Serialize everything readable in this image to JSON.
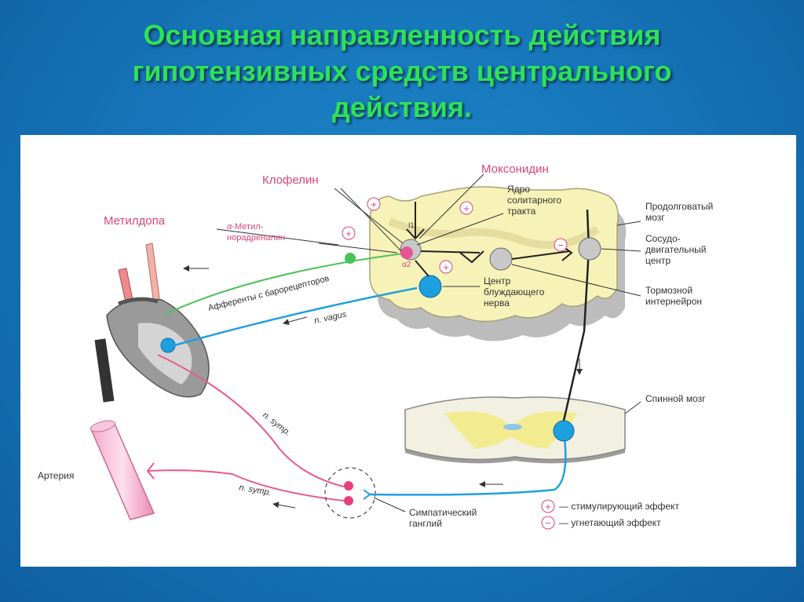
{
  "title": {
    "line1": "Основная направленность действия",
    "line2": "гипотензивных средств центрального",
    "line3": "действия."
  },
  "colors": {
    "title": "#2ee05a",
    "background": "#1777bb",
    "drug_label": "#d9457a",
    "afferent": "#4cc25a",
    "vagus": "#1ea0e0",
    "sympathetic": "#e85a8c",
    "medulla": "#f7f3b8"
  },
  "labels": {
    "moxonidine": "Моксонидин",
    "clonidine": "Клофелин",
    "methyldopa": "Метилдопа",
    "alpha_methyl_na_1": "α-Метил-",
    "alpha_methyl_na_2": "норадреналин",
    "solitary_1": "Ядро",
    "solitary_2": "солитарного",
    "solitary_3": "тракта",
    "medulla_1": "Продолговатый",
    "medulla_2": "мозг",
    "vasomotor_1": "Сосудо-",
    "vasomotor_2": "двигательный",
    "vasomotor_3": "центр",
    "vagal_center_1": "Центр",
    "vagal_center_2": "блуждающего",
    "vagal_center_3": "нерва",
    "inhib_inter_1": "Тормозной",
    "inhib_inter_2": "интернейрон",
    "afferents": "Афференты с барорецепторов",
    "vagus": "n. vagus",
    "spinal_cord": "Спинной мозг",
    "artery": "Артерия",
    "symp_1": "n. symp.",
    "symp_2": "n. symp.",
    "ganglion_1": "Симпатический",
    "ganglion_2": "ганглий",
    "stim_effect": "— стимулирующий эффект",
    "inhib_effect": "— угнетающий эффект",
    "alpha2": "α2",
    "i1": "I1",
    "plus": "+",
    "minus": "−"
  }
}
